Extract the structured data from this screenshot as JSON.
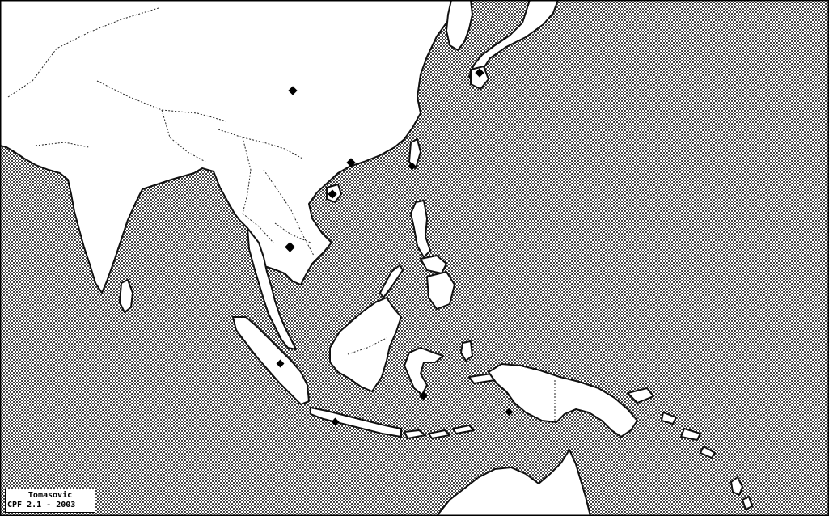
{
  "map": {
    "style": {
      "sea_pattern": "stippled-dots",
      "sea_color": "#1a1a1a",
      "land_color": "#ffffff",
      "marker_color": "#000000"
    },
    "markers": [
      {
        "name": "central-china"
      },
      {
        "name": "south-china"
      },
      {
        "name": "hainan"
      },
      {
        "name": "cambodia"
      },
      {
        "name": "japan"
      },
      {
        "name": "taiwan"
      },
      {
        "name": "sumatra"
      },
      {
        "name": "java"
      },
      {
        "name": "sulawesi"
      },
      {
        "name": "new-guinea-south"
      }
    ]
  },
  "credit": {
    "author": "Tomasovic",
    "version_line": "CPF 2.1 - 2003"
  }
}
